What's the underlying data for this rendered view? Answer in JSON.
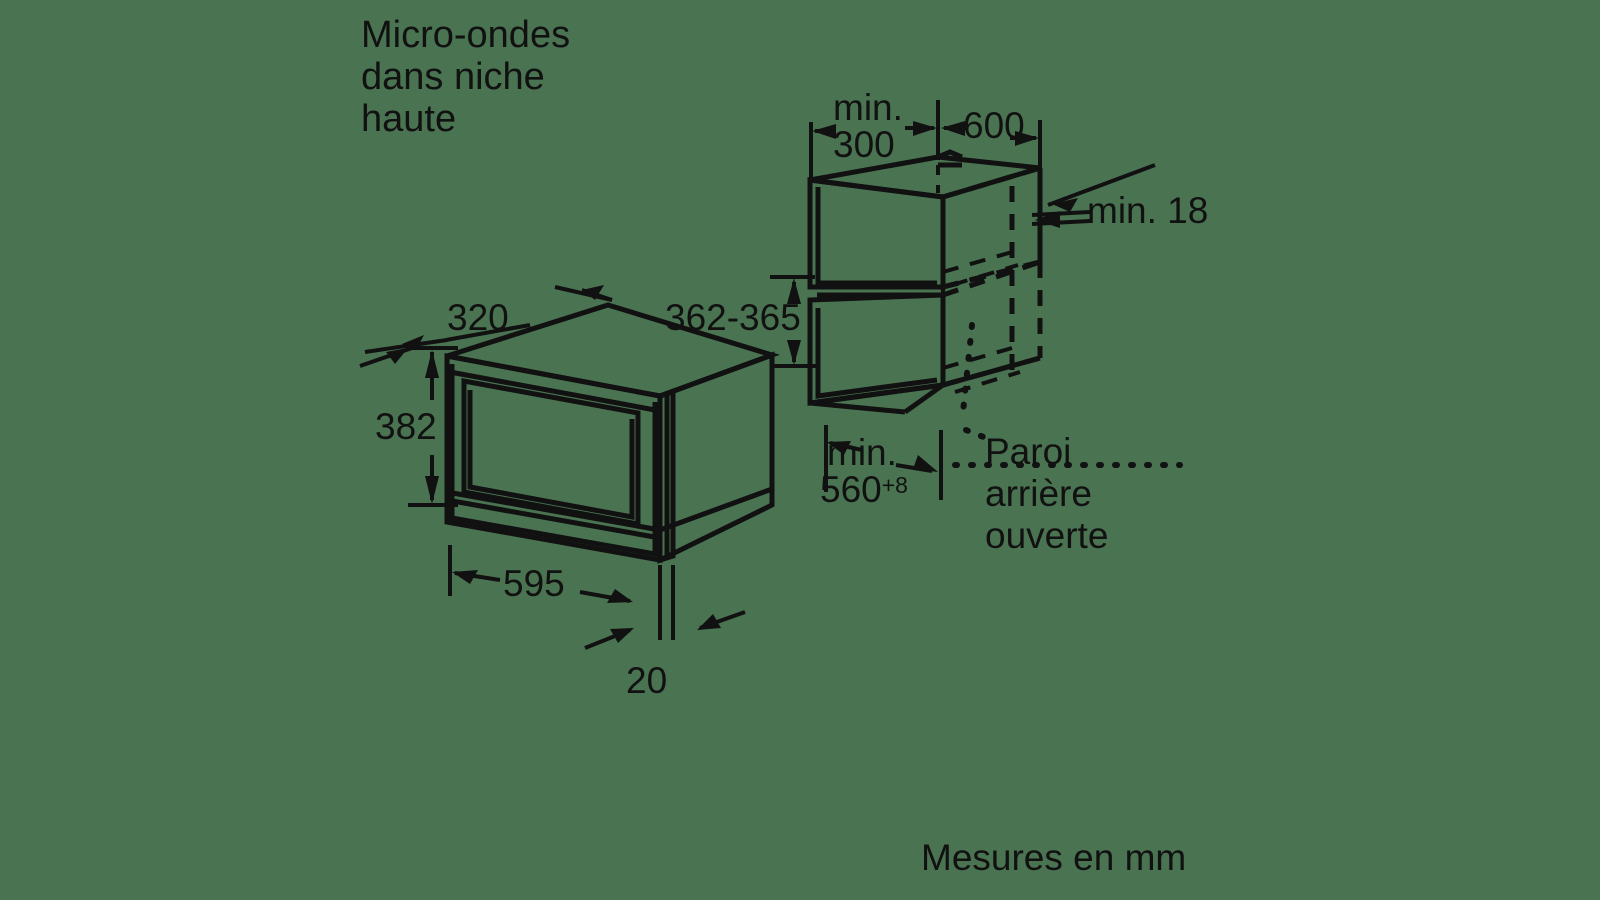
{
  "background_color": "#4a7352",
  "line_color": "#111111",
  "title": {
    "line1": "Micro-ondes",
    "line2": "dans niche",
    "line3": "haute"
  },
  "footer": {
    "units_note": "Mesures en mm"
  },
  "appliance_dimensions": {
    "depth": "320",
    "height": "382",
    "width": "595",
    "front_overhang": "20"
  },
  "niche_dimensions": {
    "top_clearance_prefix": "min.",
    "top_clearance_value": "300",
    "cabinet_width": "600",
    "rear_clearance": "min. 18",
    "opening_height": "362-365",
    "opening_width_prefix": "min.",
    "opening_width_value": "560",
    "opening_width_tolerance": "+8"
  },
  "annotations": {
    "back_wall_line1": "Paroi",
    "back_wall_line2": "arrière",
    "back_wall_line3": "ouverte"
  }
}
